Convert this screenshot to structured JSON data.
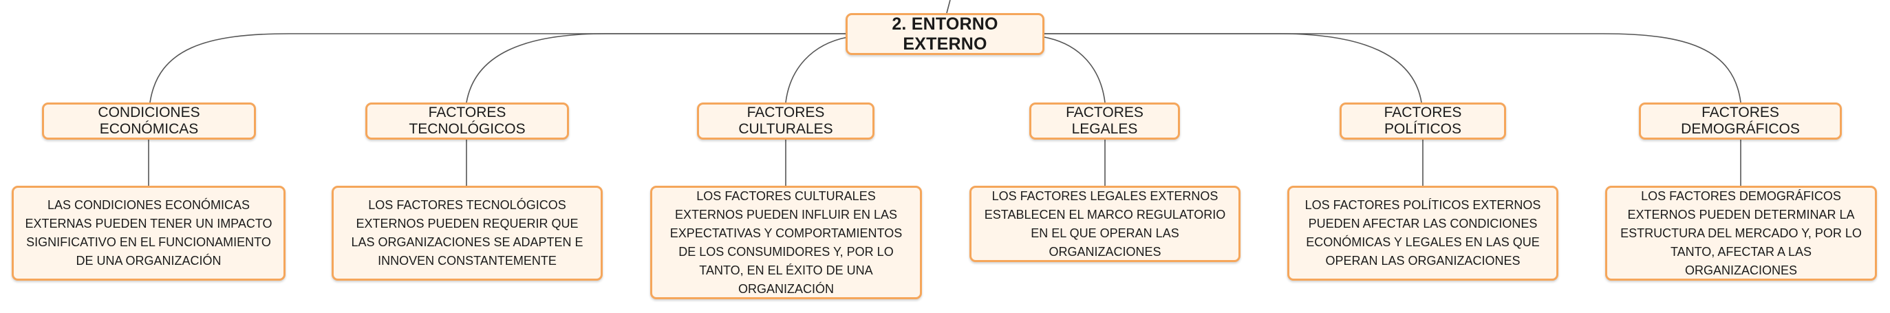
{
  "root": {
    "title": "2. ENTORNO EXTERNO"
  },
  "colors": {
    "node_border": "#f5a65b",
    "node_fill": "#fff5ea",
    "connector": "#555555",
    "text": "#1a1a1a"
  },
  "categories": [
    {
      "label": "CONDICIONES ECONÓMICAS",
      "detail": "LAS CONDICIONES ECONÓMICAS EXTERNAS PUEDEN TENER UN IMPACTO SIGNIFICATIVO EN EL FUNCIONAMIENTO DE UNA ORGANIZACIÓN"
    },
    {
      "label": "FACTORES TECNOLÓGICOS",
      "detail": "LOS FACTORES TECNOLÓGICOS EXTERNOS PUEDEN REQUERIR QUE LAS ORGANIZACIONES SE ADAPTEN E INNOVEN CONSTANTEMENTE"
    },
    {
      "label": "FACTORES CULTURALES",
      "detail": "LOS FACTORES CULTURALES EXTERNOS PUEDEN INFLUIR EN LAS EXPECTATIVAS Y COMPORTAMIENTOS DE LOS CONSUMIDORES Y, POR LO TANTO, EN EL ÉXITO DE UNA ORGANIZACIÓN"
    },
    {
      "label": "FACTORES LEGALES",
      "detail": "LOS FACTORES LEGALES EXTERNOS ESTABLECEN EL MARCO REGULATORIO EN EL QUE OPERAN LAS ORGANIZACIONES"
    },
    {
      "label": "FACTORES POLÍTICOS",
      "detail": "LOS FACTORES POLÍTICOS EXTERNOS PUEDEN AFECTAR LAS CONDICIONES ECONÓMICAS Y LEGALES EN LAS QUE OPERAN LAS ORGANIZACIONES"
    },
    {
      "label": "FACTORES DEMOGRÁFICOS",
      "detail": "LOS FACTORES DEMOGRÁFICOS EXTERNOS PUEDEN DETERMINAR LA ESTRUCTURA DEL MERCADO Y, POR LO TANTO, AFECTAR A LAS ORGANIZACIONES"
    }
  ]
}
